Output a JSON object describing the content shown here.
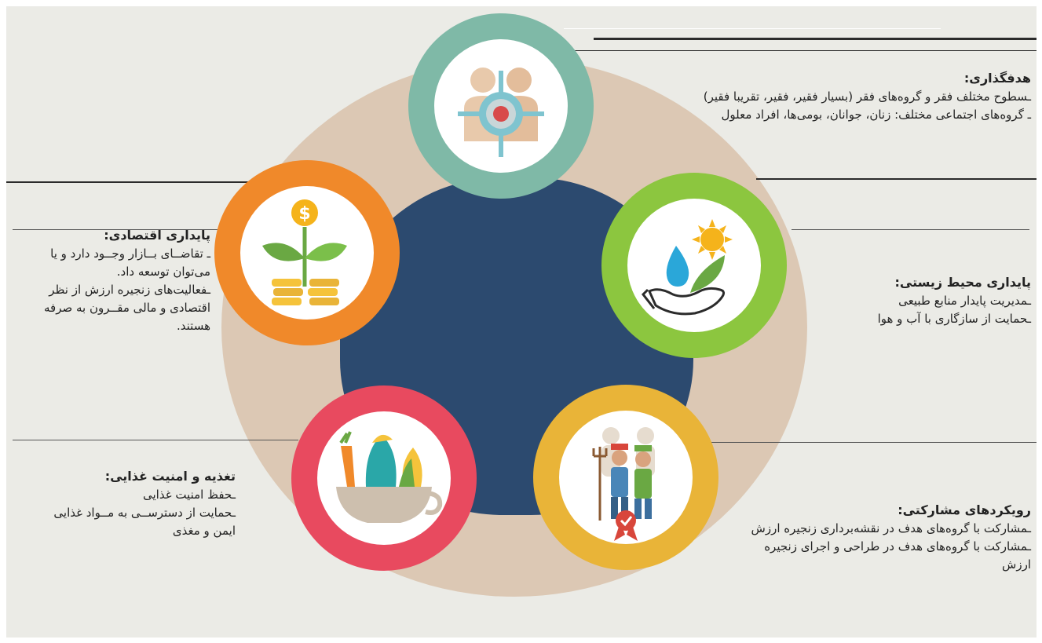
{
  "colors": {
    "background": "#ebebe6",
    "ring": "#dcc8b4",
    "core": "#2c4a6f",
    "targeting": "#7fb9a7",
    "environment": "#8cc63f",
    "participatory": "#e9b438",
    "nutrition": "#e84a5f",
    "economic": "#f0892a"
  },
  "sections": {
    "targeting": {
      "title": "هدفگذاری:",
      "items": [
        "ـسطوح مختلف فقر و گروه‌های فقر (بسیار فقیر، فقیر، تقریبا فقیر)",
        "ـ گروه‌های اجتماعی مختلف: زنان، جوانان، بومی‌ها، افراد معلول"
      ],
      "icon": "target-people-icon"
    },
    "environment": {
      "title": "پایداری محیط زیستی:",
      "items": [
        "ـمدیریت پایدار منابع طبیعی",
        "ـحمایت از سازگاری با آب و هوا"
      ],
      "icon": "hand-plant-sun-icon"
    },
    "participatory": {
      "title": "رویکردهای مشارکتی:",
      "items": [
        "ـمشارکت با گروه‌های هدف در نقشه‌برداری زنجیره ارزش",
        "ـمشارکت با گروه‌های هدف در طراحی و اجرای زنجیره",
        "ارزش"
      ],
      "icon": "farmers-badge-icon"
    },
    "nutrition": {
      "title": "تغذیه و امنیت غذایی:",
      "items": [
        "ـحفظ امنیت غذایی",
        "ـحمایت از دسترســی به مــواد غذایی",
        "ایمن و مغذی"
      ],
      "icon": "food-bowl-icon"
    },
    "economic": {
      "title": "پایداری اقتصادی:",
      "items": [
        "ـ تقاضــای بــازار وجــود دارد و یا",
        "می‌توان توسعه داد.",
        "ـفعالیت‌های زنجیره ارزش از نظر",
        "اقتصادی و مالی مقــرون به صرفه",
        "هستند."
      ],
      "icon": "money-plant-coins-icon"
    }
  }
}
